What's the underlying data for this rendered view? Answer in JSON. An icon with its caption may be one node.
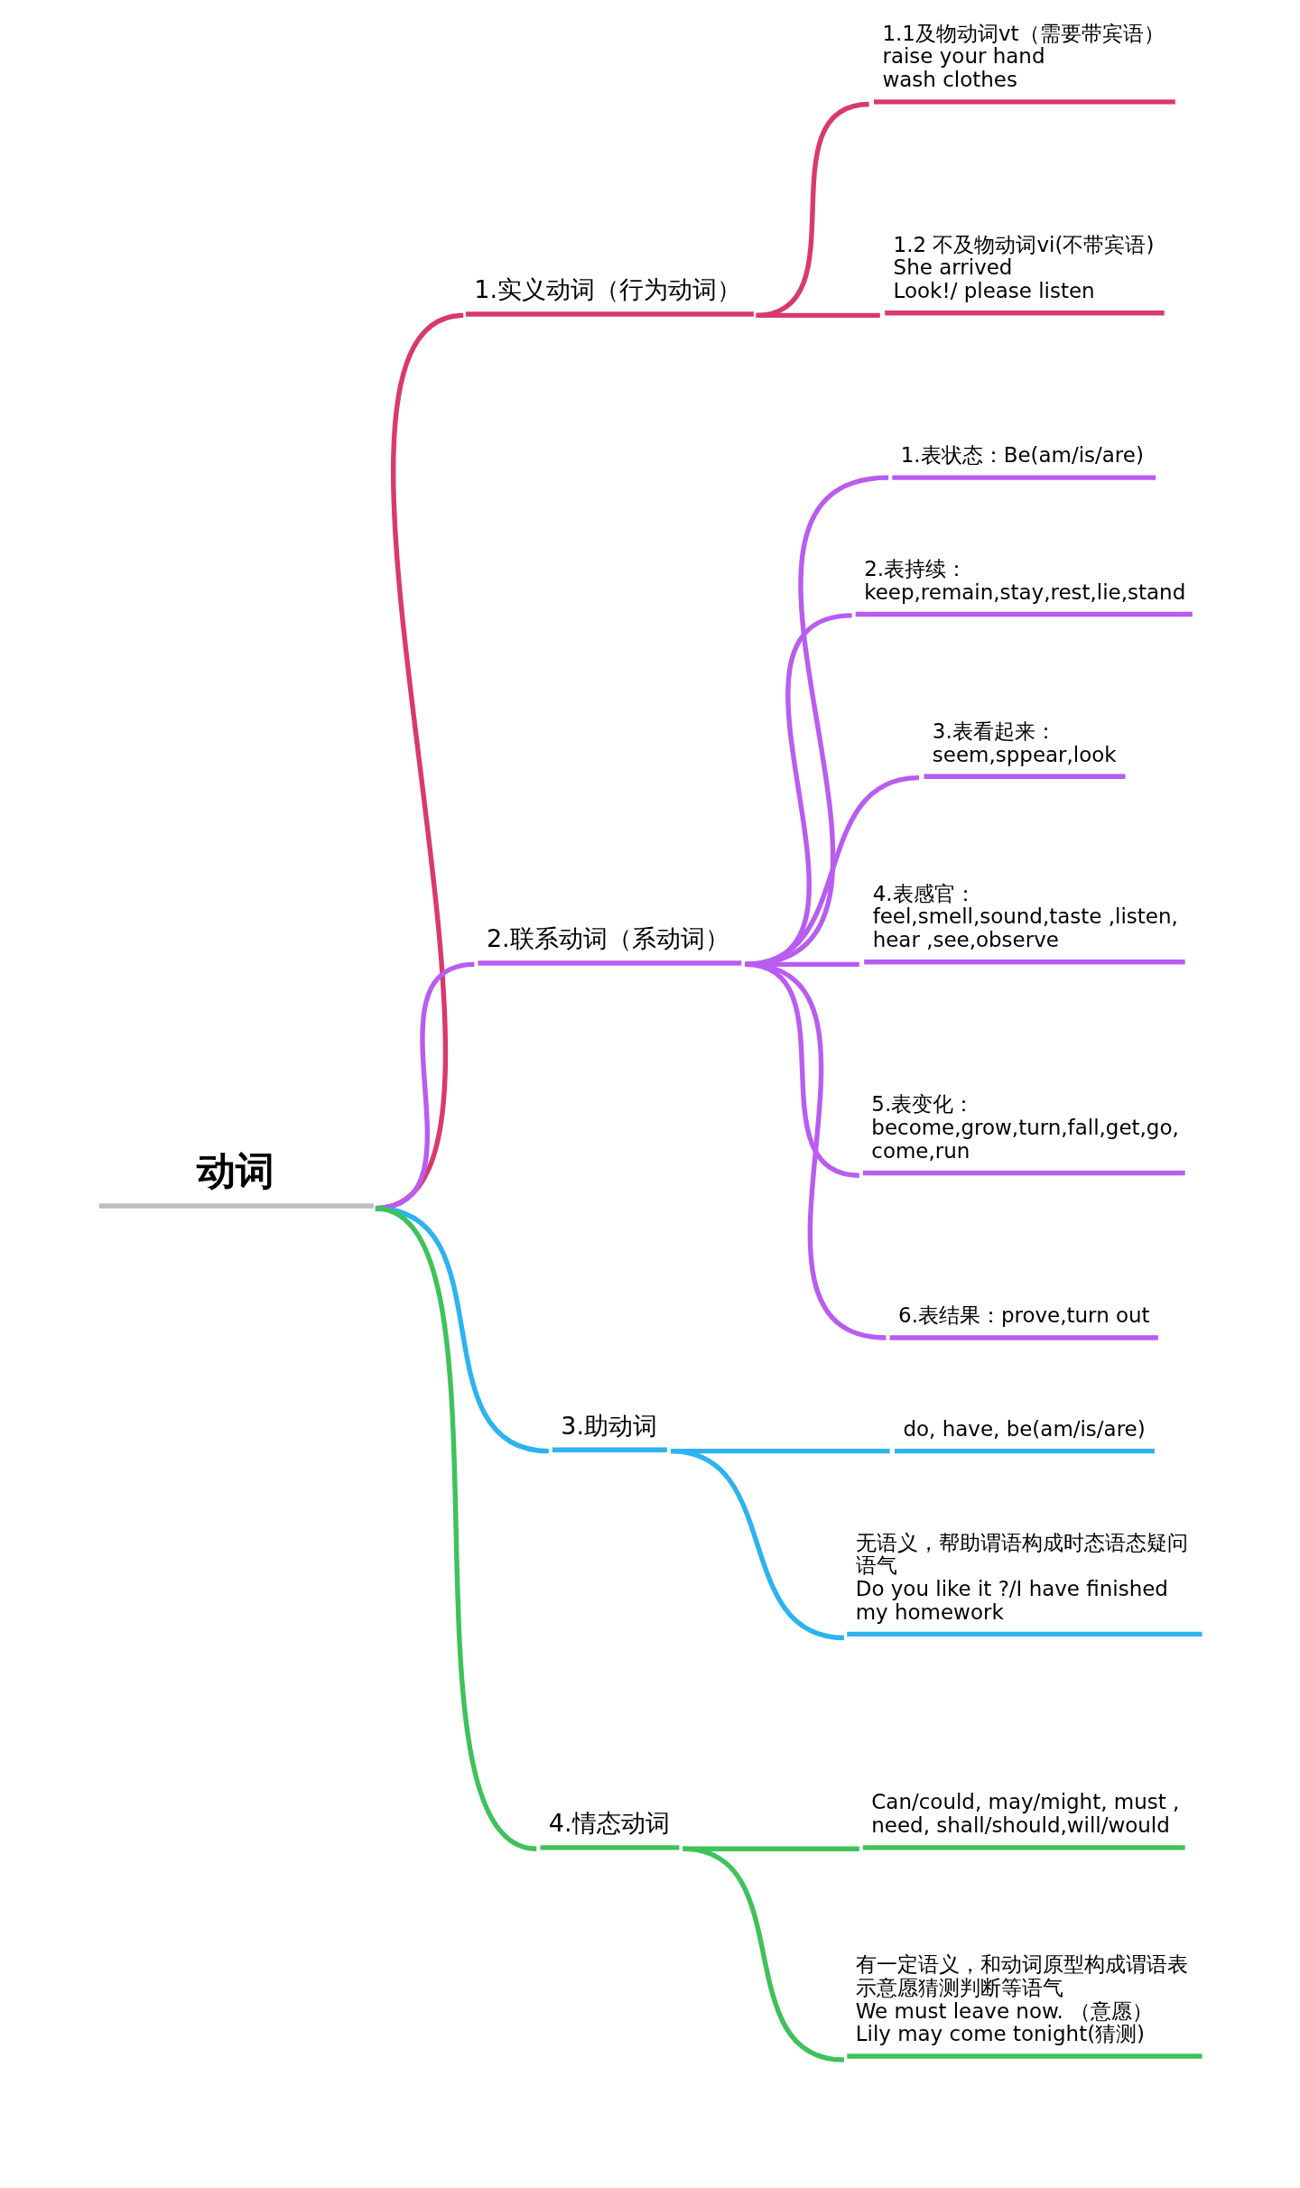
{
  "diagram": {
    "nodes": [
      {
        "text": [
          "动词"
        ]
      },
      {
        "text": [
          "1.实义动词（行为动词）"
        ]
      },
      {
        "text": [
          "1.1及物动词vt（需要带宾语）",
          "raise your hand",
          "wash clothes"
        ]
      },
      {
        "text": [
          "1.2 不及物动词vi(不带宾语)",
          "She arrived",
          "Look!/ please listen"
        ]
      },
      {
        "text": [
          "2.联系动词（系动词）"
        ]
      },
      {
        "text": [
          "1.表状态：Be(am/is/are)"
        ]
      },
      {
        "text": [
          "2.表持续：",
          "keep,remain,stay,rest,lie,stand"
        ]
      },
      {
        "text": [
          "3.表看起来：",
          "seem,sppear,look"
        ]
      },
      {
        "text": [
          "4.表感官：",
          "feel,smell,sound,taste ,listen,hear ,see,observe"
        ]
      },
      {
        "text": [
          "5.表变化：",
          "become,grow,turn,fall,get,go,come,run"
        ]
      },
      {
        "text": [
          "6.表结果：prove,turn out"
        ]
      },
      {
        "text": [
          "3.助动词"
        ]
      },
      {
        "text": [
          "do, have, be(am/is/are)"
        ]
      },
      {
        "text": [
          "无语义，帮助谓语构成时态语态疑问语气",
          "Do you like it ?/I have finished my homework"
        ]
      },
      {
        "text": [
          "4.情态动词"
        ]
      },
      {
        "text": [
          "Can/could, may/might, must ,need, shall/should,will/would"
        ]
      },
      {
        "text": [
          "有一定语义，和动词原型构成谓语表示意愿猜测判断等语气",
          "We must leave now. （意愿）",
          "Lily may come tonight(猜测)"
        ]
      }
    ],
    "edges": [
      {
        "from": 0,
        "to": 1,
        "arrow": "none",
        "color": "#d93a6b"
      },
      {
        "from": 1,
        "to": 2,
        "arrow": "none",
        "color": "#d93a6b"
      },
      {
        "from": 1,
        "to": 3,
        "arrow": "none",
        "color": "#d93a6b"
      },
      {
        "from": 0,
        "to": 4,
        "arrow": "none"
      },
      {
        "from": 4,
        "to": 5,
        "arrow": "none"
      },
      {
        "from": 4,
        "to": 6,
        "arrow": "none"
      },
      {
        "from": 4,
        "to": 7,
        "arrow": "none"
      },
      {
        "from": 4,
        "to": 8,
        "arrow": "none"
      },
      {
        "from": 4,
        "to": 9,
        "arrow": "none"
      },
      {
        "from": 4,
        "to": 10,
        "arrow": "none"
      },
      {
        "from": 0,
        "to": 11,
        "arrow": "none",
        "color": "#2db3ef"
      },
      {
        "from": 11,
        "to": 12,
        "arrow": "none",
        "color": "#2db3ef"
      },
      {
        "from": 11,
        "to": 13,
        "arrow": "none",
        "color": "#2db3ef"
      },
      {
        "from": 0,
        "to": 14,
        "arrow": "none",
        "color": "#3ec25a"
      },
      {
        "from": 14,
        "to": 15,
        "arrow": "none",
        "color": "#3ec25a"
      },
      {
        "from": 14,
        "to": 16,
        "arrow": "none",
        "color": "#3ec25a"
      }
    ]
  }
}
